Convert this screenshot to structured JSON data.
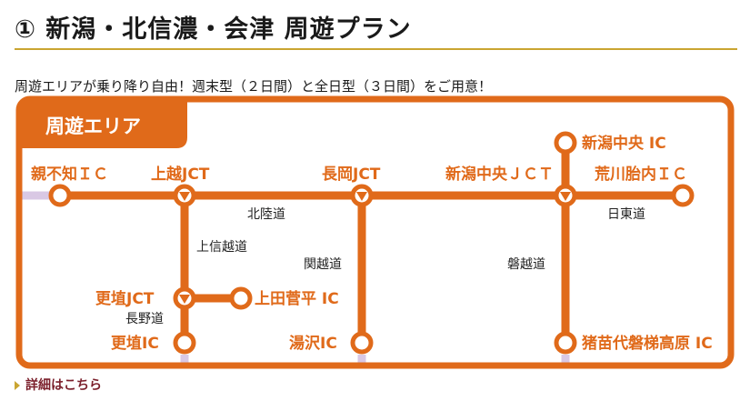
{
  "page": {
    "title": "① 新潟・北信濃・会津 周遊プラン",
    "lead": "周遊エリアが乗り降り自由！週末型（２日間）と全日型（３日間）をご用意！",
    "more_link": "詳細はこちら"
  },
  "map": {
    "tab_label": "周遊エリア",
    "colors": {
      "route": "#e06a1a",
      "route_ext": "#d9c8e4",
      "station_fill": "#ffffff",
      "label": "#e06a1a",
      "road": "#222222"
    },
    "stations": {
      "oyashirazu": "親不知ＩＣ",
      "joetsu_jct": "上越JCT",
      "nagaoka_jct": "長岡JCT",
      "niigata_chuo_jct": "新潟中央ＪＣＴ",
      "niigata_chuo_ic": "新潟中央 IC",
      "arakawa": "荒川胎内ＩＣ",
      "koshoku_jct": "更埴JCT",
      "ueda": "上田菅平 IC",
      "koshoku_ic": "更埴IC",
      "yuzawa": "湯沢IC",
      "inawashiro": "猪苗代磐梯高原 IC"
    },
    "roads": {
      "hokuriku": "北陸道",
      "joshinetsu": "上信越道",
      "kanetsu": "関越道",
      "banetsu": "磐越道",
      "nihonkai_tohoku": "日東道",
      "nagano": "長野道"
    }
  }
}
